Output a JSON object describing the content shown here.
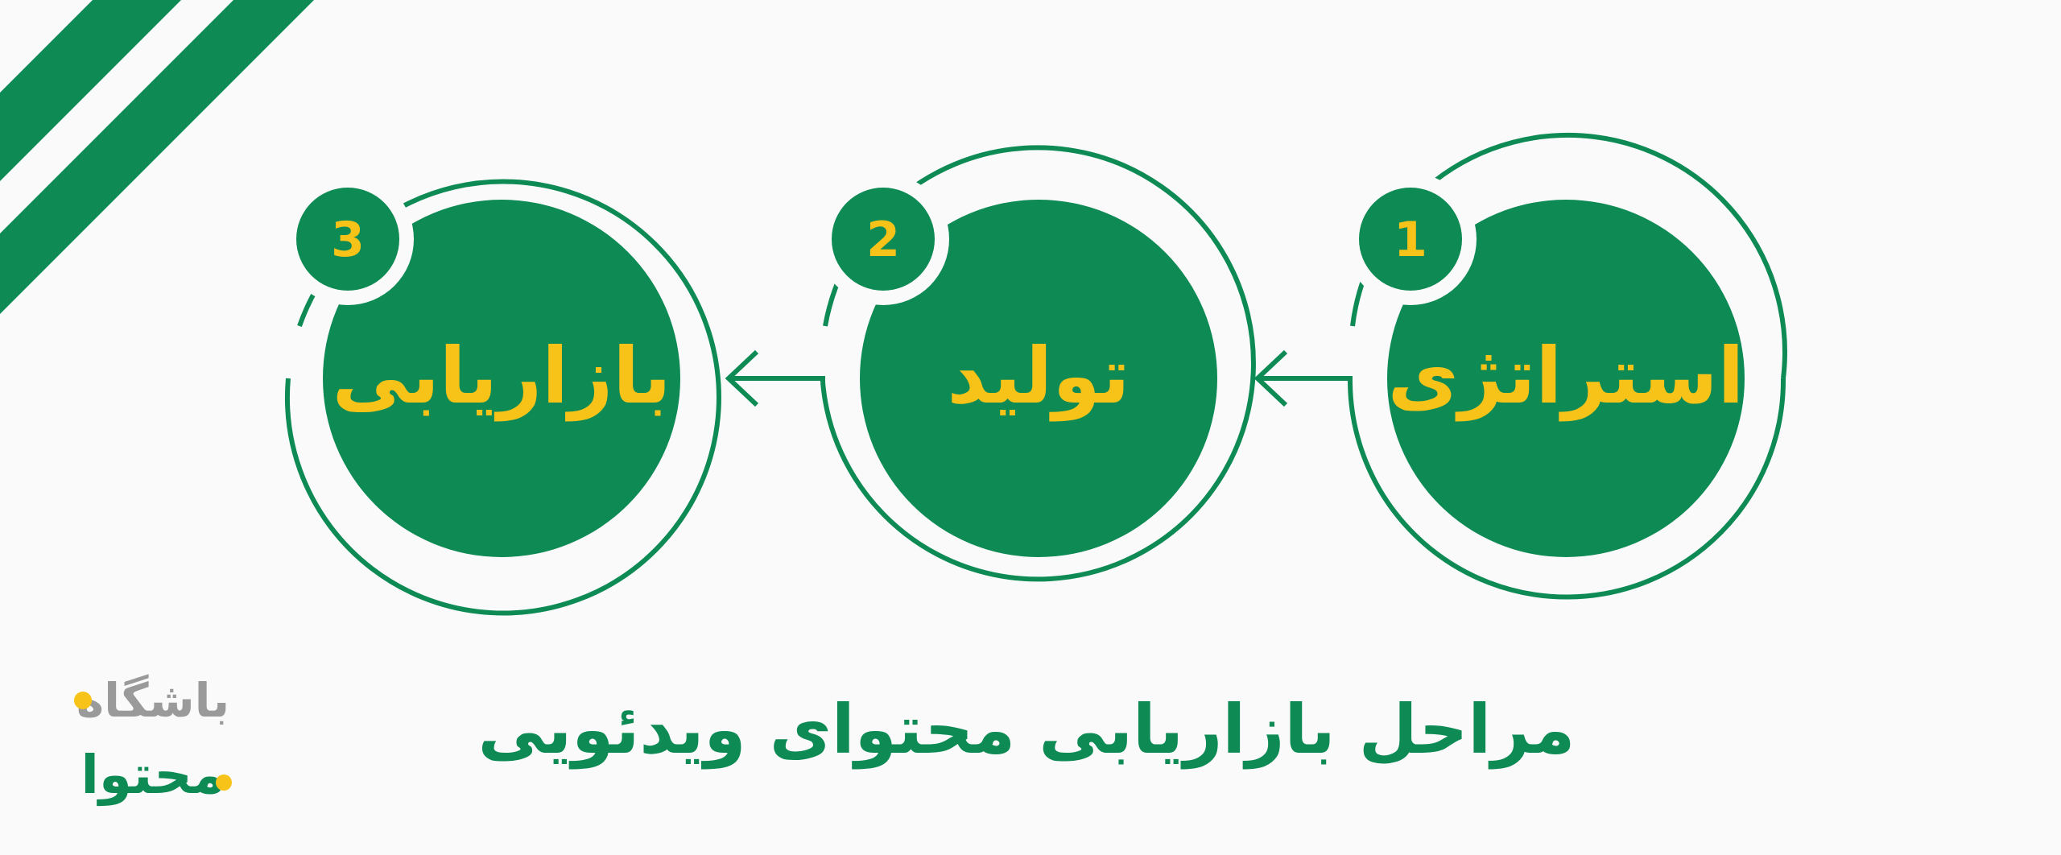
{
  "colors": {
    "primary_green": "#0e8a55",
    "accent_yellow": "#f7c318",
    "background": "#fafafa",
    "logo_gray": "#9a9a9a"
  },
  "steps": [
    {
      "number": "1",
      "title": "استراتژی"
    },
    {
      "number": "2",
      "title": "تولید"
    },
    {
      "number": "3",
      "title": "بازاریابی"
    }
  ],
  "headline": "مراحل بازاریابی محتوای ویدئویی",
  "logo": {
    "line1": "باشگاه",
    "line2": "محتوا"
  }
}
